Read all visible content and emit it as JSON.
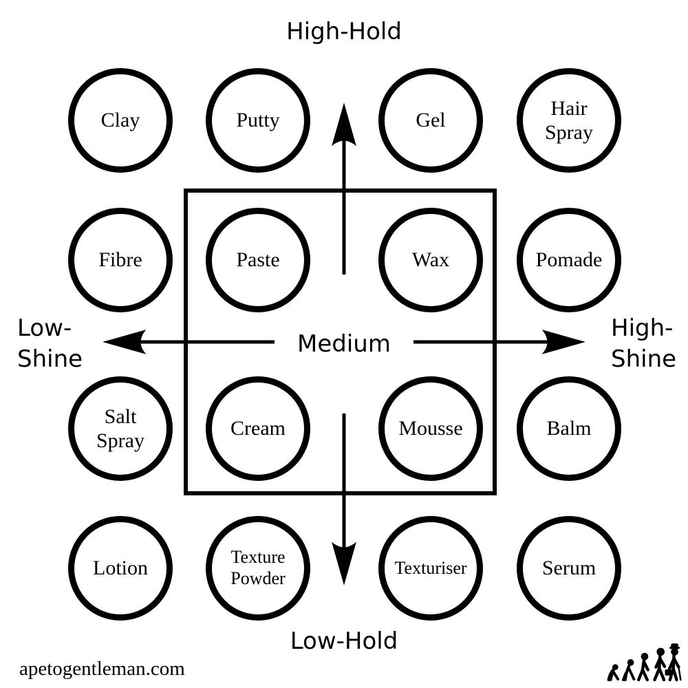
{
  "diagram": {
    "title_top": "High-Hold",
    "title_bottom": "Low-Hold",
    "label_left": "Low-\nShine",
    "label_right": "High-\nShine",
    "label_center": "Medium"
  },
  "products": {
    "r1": [
      "Clay",
      "Putty",
      "Gel",
      "Hair\nSpray"
    ],
    "r2": [
      "Fibre",
      "Paste",
      "Wax",
      "Pomade"
    ],
    "r3": [
      "Salt\nSpray",
      "Cream",
      "Mousse",
      "Balm"
    ],
    "r4": [
      "Lotion",
      "Texture\nPowder",
      "Texturiser",
      "Serum"
    ]
  },
  "axes": {
    "vertical_axis": {
      "top": "High-Hold",
      "bottom": "Low-Hold"
    },
    "horizontal_axis": {
      "left": "Low-Shine",
      "right": "High-Shine"
    },
    "center_zone": "Medium"
  },
  "footer": {
    "website": "apetogentleman.com",
    "logo": "evolution-of-man-icon"
  },
  "colors": {
    "ink": "#000000",
    "background": "#ffffff"
  }
}
